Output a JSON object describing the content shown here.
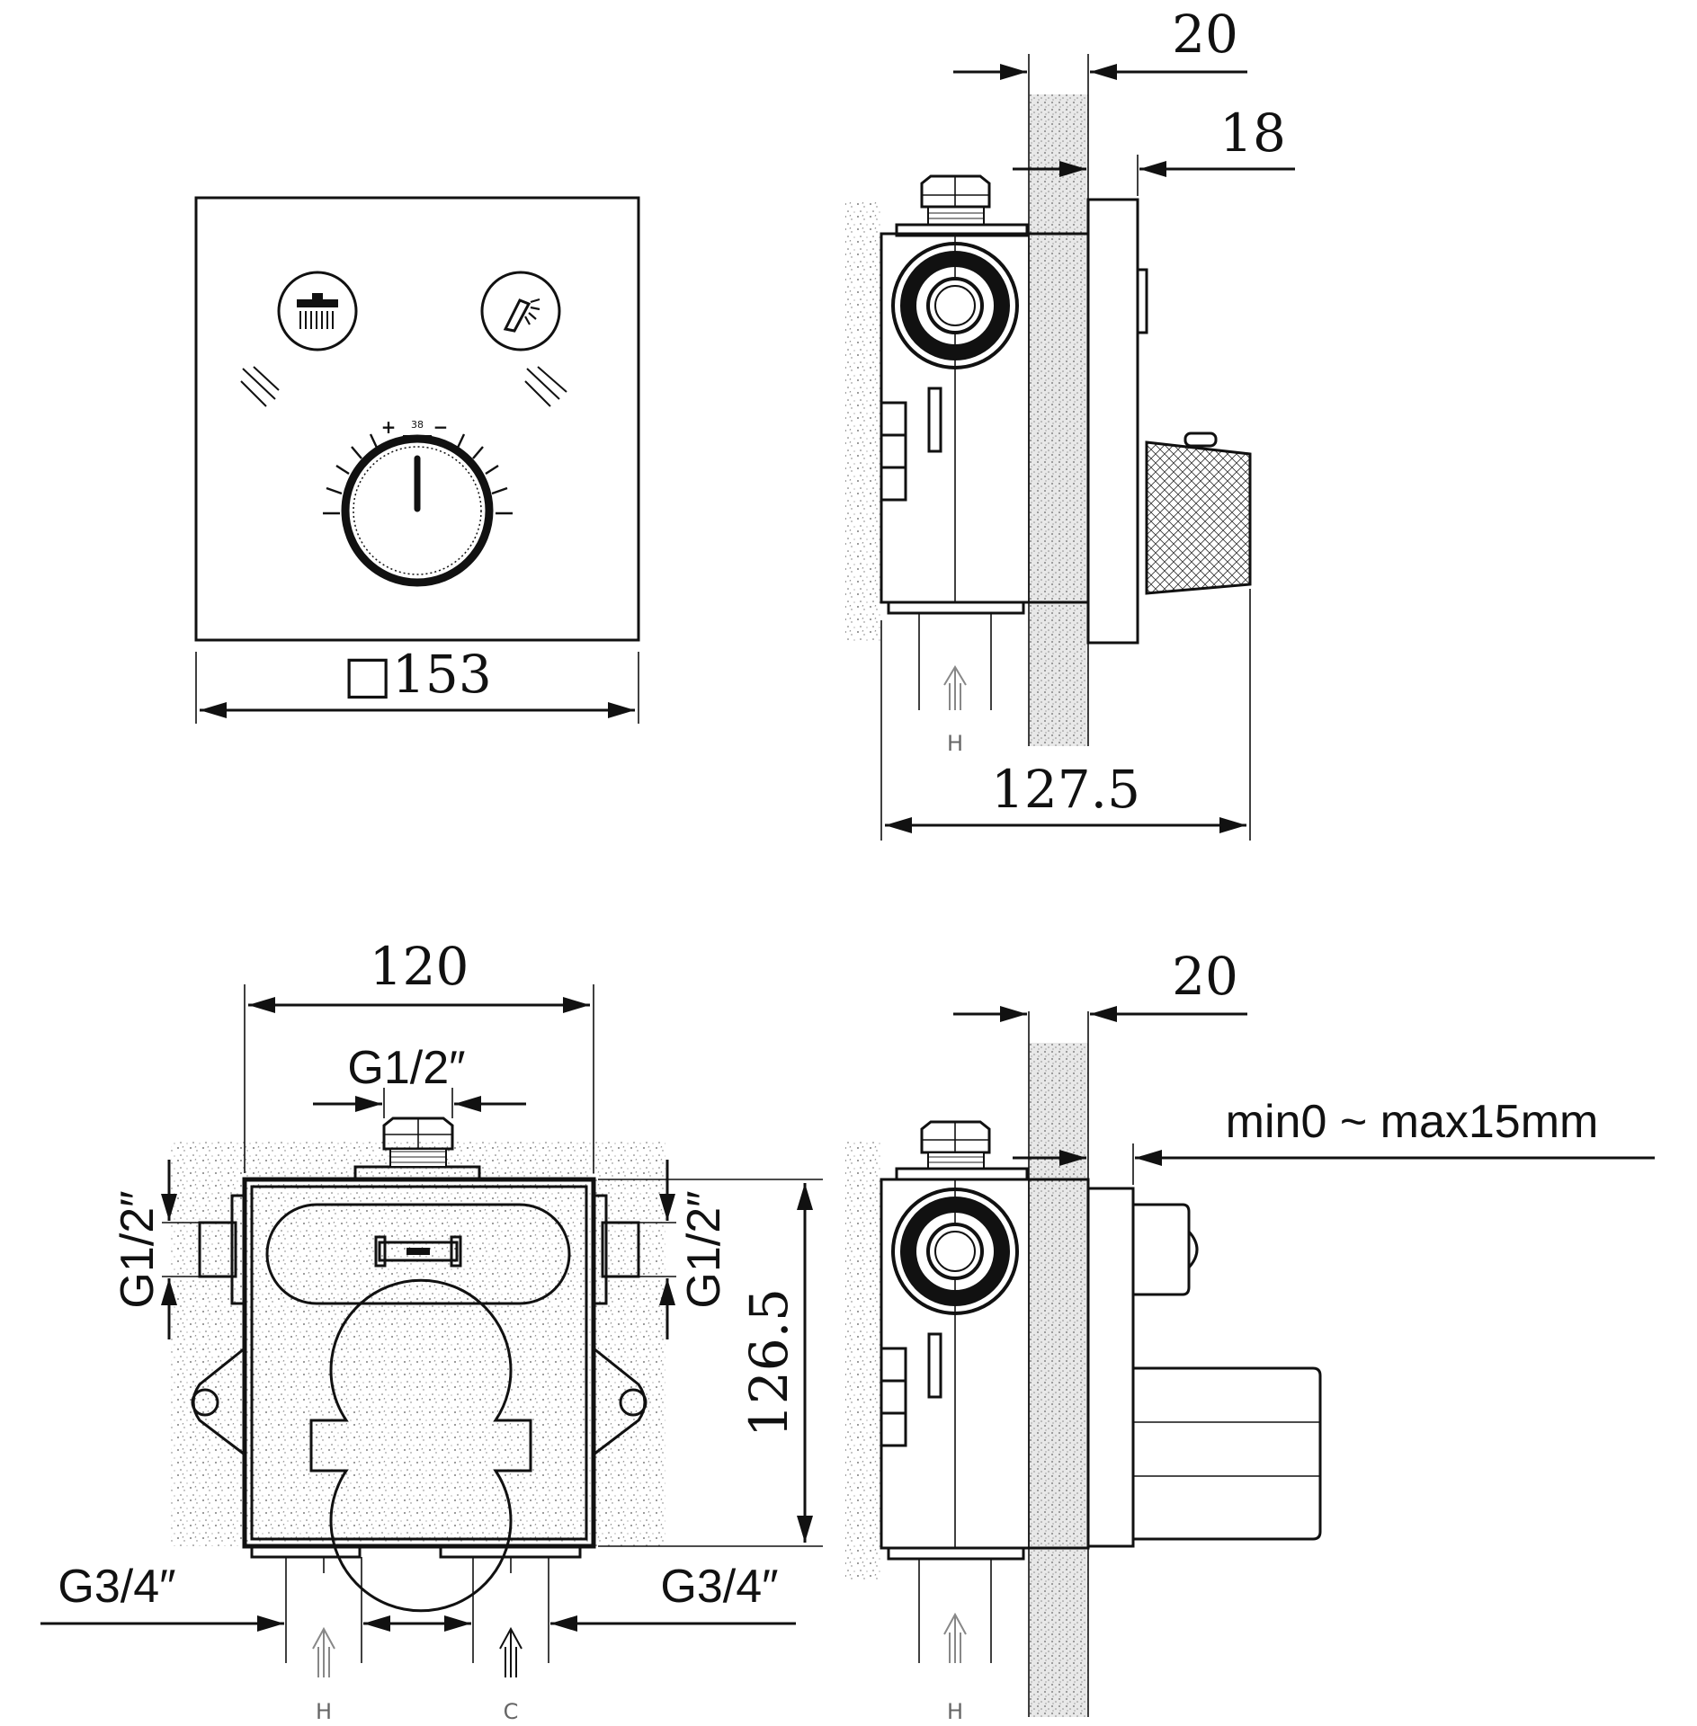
{
  "dimensions": {
    "front_plate": "□153",
    "side_top_wall": "20",
    "side_top_plate": "18",
    "side_top_depth": "127.5",
    "box_width": "120",
    "top_inlet": "G1/2″",
    "left_outlet": "G1/2″",
    "right_outlet": "G1/2″",
    "box_height": "126.5",
    "bottom_left": "G3/4″",
    "bottom_right": "G3/4″",
    "side_bottom_wall": "20",
    "adjust_range": "min0 ~ max15mm"
  },
  "knob": {
    "plus": "+",
    "minus": "−",
    "temp": "38"
  },
  "inlets": {
    "hot_top_side": "H",
    "hot_bottom_front": "H",
    "cold_bottom_front": "C",
    "hot_bottom_side": "H"
  },
  "icons": [
    "overhead-shower-icon",
    "hand-shower-icon",
    "arrow-up-icon",
    "spirit-level-icon"
  ]
}
